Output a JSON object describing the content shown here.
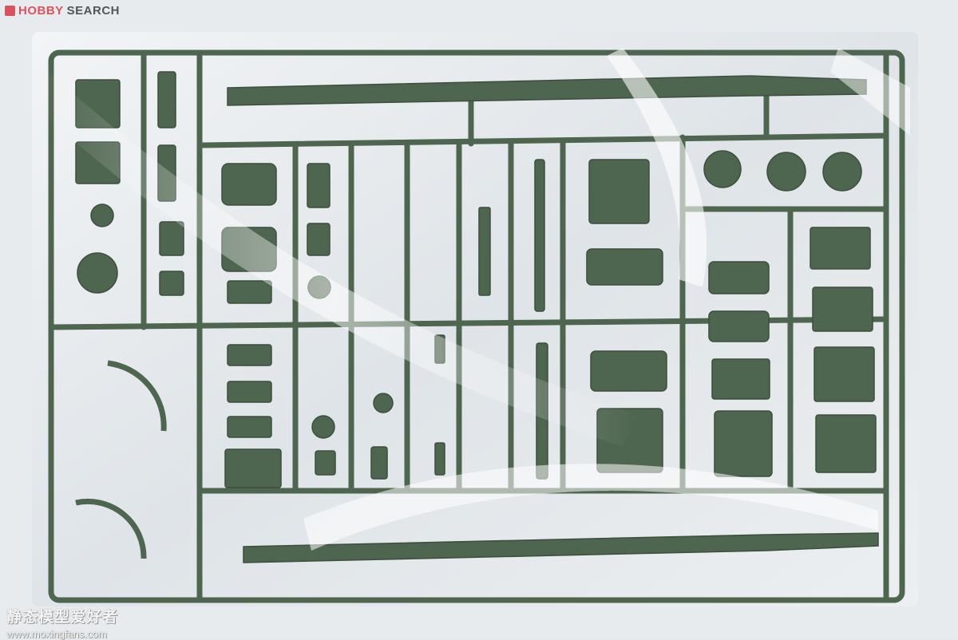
{
  "watermarks": {
    "top_brand_part1": "HOBBY",
    "top_brand_part2": "SEARCH",
    "bottom_chinese": "静态模型爱好者",
    "bottom_url": "www.moxingfans.com"
  },
  "colors": {
    "background": "#e6e9ec",
    "sprue": "#4e654f",
    "sprue_dark": "#3c4f3d",
    "brand_red": "#d9535f"
  }
}
